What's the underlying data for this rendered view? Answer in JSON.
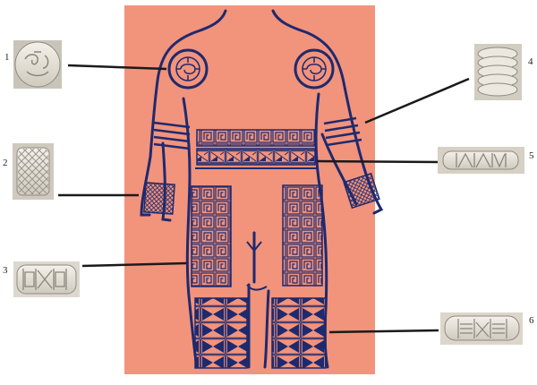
{
  "diagram": {
    "background_color": "#ffffff",
    "panel_color": "#f2937c",
    "ink_color": "#1e2a6e",
    "callouts": [
      {
        "number": "1",
        "object": "round-stamp-carved-spirals"
      },
      {
        "number": "2",
        "object": "cylinder-stamp-diamond-lattice"
      },
      {
        "number": "3",
        "object": "cylinder-stamp-square-panels"
      },
      {
        "number": "4",
        "object": "cylinder-stamp-ribbed-bands"
      },
      {
        "number": "5",
        "object": "cylinder-stamp-triangle-band"
      },
      {
        "number": "6",
        "object": "cylinder-stamp-lined-panels"
      }
    ]
  }
}
